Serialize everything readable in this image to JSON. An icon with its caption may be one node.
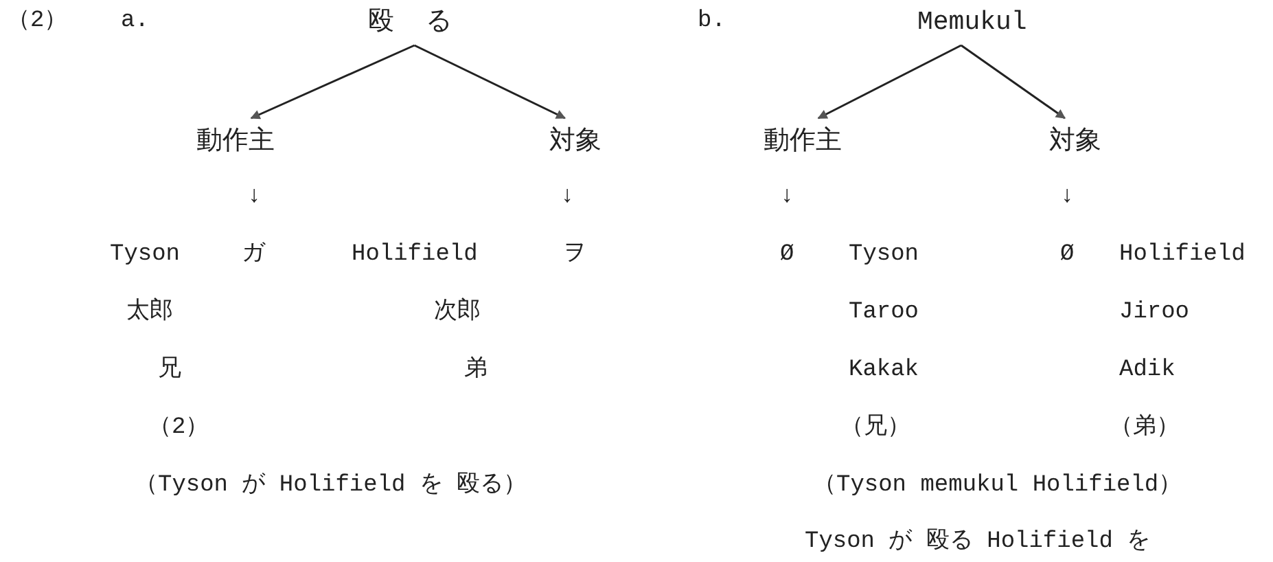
{
  "diagram": {
    "nodes": [
      {
        "text": [
          "殴る"
        ]
      },
      {
        "text": [
          "動作主"
        ]
      },
      {
        "text": [
          "対象"
        ]
      },
      {
        "text": [
          "Memukul"
        ]
      },
      {
        "text": [
          "動作主"
        ]
      },
      {
        "text": [
          "対象"
        ]
      }
    ],
    "edges": [
      {
        "from": 0,
        "to": 1,
        "arrow": "to"
      },
      {
        "from": 0,
        "to": 2,
        "arrow": "to"
      },
      {
        "from": 3,
        "to": 4,
        "arrow": "to"
      },
      {
        "from": 3,
        "to": 5,
        "arrow": "to"
      }
    ],
    "labels": [
      "（2）",
      "a.",
      "b.",
      "↓",
      "↓",
      "↓",
      "↓",
      "Tyson",
      "ガ",
      "Holifield",
      "ヲ",
      "Ø",
      "Tyson",
      "Ø",
      "Holifield",
      "太郎",
      "次郎",
      "Taroo",
      "Jiroo",
      "兄",
      "弟",
      "Kakak",
      "Adik",
      "（2）",
      "（兄）",
      "（弟）",
      "（Tyson が Holifield を 殴る）",
      "（Tyson memukul Holifield）",
      "Tyson が 殴る Holifield を"
    ]
  }
}
